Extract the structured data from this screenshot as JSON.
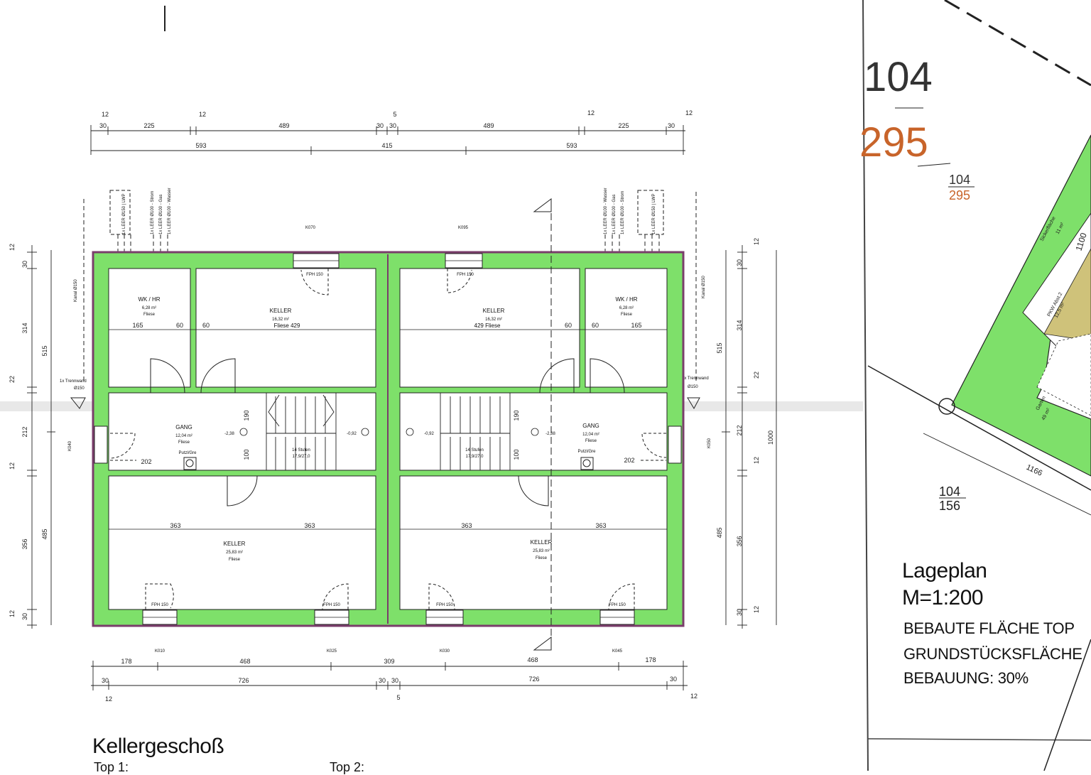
{
  "plan": {
    "title": "Kellergeschoß",
    "top_labels": [
      "Top 1:",
      "Top 2:"
    ],
    "dims_top_row1": [
      "12",
      "30",
      "225",
      "12",
      "489",
      "30",
      "5",
      "30",
      "489",
      "12",
      "225",
      "30",
      "12"
    ],
    "dims_top_row2": [
      "593",
      "415",
      "593"
    ],
    "dims_bottom_row1": [
      "178",
      "468",
      "309",
      "468",
      "178"
    ],
    "dims_bottom_row2": [
      "30",
      "726",
      "30",
      "30",
      "726",
      "30"
    ],
    "dims_bottom_row3": [
      "12",
      "5",
      "12"
    ],
    "dims_left": [
      "12",
      "30",
      "314",
      "22",
      "212",
      "12",
      "356",
      "30",
      "12"
    ],
    "dims_left_outer": [
      "515",
      "485"
    ],
    "dims_right": [
      "12",
      "30",
      "314",
      "22",
      "212",
      "12",
      "356",
      "30",
      "12"
    ],
    "dims_right_outer": [
      "515",
      "485",
      "1000"
    ],
    "rooms": {
      "wk_label": "WK / HR",
      "wk_area": "6,28 m²",
      "wk_floor": "Fliese",
      "keller_label": "KELLER",
      "keller_top_area": "16,32 m²",
      "keller_top_floor_left": "Fliese 429",
      "keller_top_floor_right": "429 Fliese",
      "gang_label": "GANG",
      "gang_area": "12,04 m²",
      "gang_floor": "Fliese",
      "keller_bottom_area": "25,83 m²",
      "keller_bottom_floor": "Fliese",
      "putzloch": "Putzl/Gre",
      "stairs": "14 Stufen",
      "stairs_sub": "17,9/27,0"
    },
    "inner_dims": [
      "165",
      "60",
      "60",
      "202",
      "363",
      "363",
      "60",
      "60",
      "165",
      "202",
      "363",
      "363",
      "190",
      "100",
      "100",
      "190"
    ],
    "levels": [
      "-2,38",
      "-0,92",
      "-0,92",
      "-2,38"
    ],
    "window_labels": [
      "FPH 150",
      "FPH 150",
      "FPH 150",
      "FPH 150",
      "FPH 150",
      "FPH 150"
    ],
    "window_codes": [
      "K070",
      "K095",
      "K010",
      "K025",
      "K030",
      "K045",
      "K040",
      "K050"
    ],
    "utility_left": [
      "1x LEER Ø150 | LWP",
      "1x LEER Ø100 - Strom",
      "1x LEER Ø100 - Gas",
      "1x LEER Ø100 - Wasser"
    ],
    "utility_right": [
      "1x LEER Ø100 - Wasser",
      "1x LEER Ø100 - Gas",
      "1x LEER Ø100 - Strom",
      "1x LEER Ø150 | LWP"
    ],
    "kanal": "Kanal Ø150",
    "trennwand": "1x Trennwand",
    "trennwand_size": "Ø150"
  },
  "site": {
    "parcel_top": [
      "104",
      "295"
    ],
    "parcel_top_small": [
      "104",
      "295"
    ],
    "parcel_bottom": [
      "104",
      "156"
    ],
    "title": "Lageplan",
    "scale": "M=1:200",
    "stats": [
      "BEBAUTE FLÄCHE TOP",
      "GRUNDSTÜCKSFLÄCHE",
      "BEBAUUNG: 30%"
    ],
    "dim_length": "1166",
    "dim_side": "1100",
    "labels": [
      "Garten",
      "49 m²",
      "PKW Abst.2",
      "12,5 m²",
      "Sickerfläche",
      "11 m²"
    ]
  },
  "colors": {
    "wall_fill": "#7ee06a",
    "wall_edge": "#7a3d6b",
    "line": "#222222",
    "parcel_orange": "#c8642a"
  }
}
